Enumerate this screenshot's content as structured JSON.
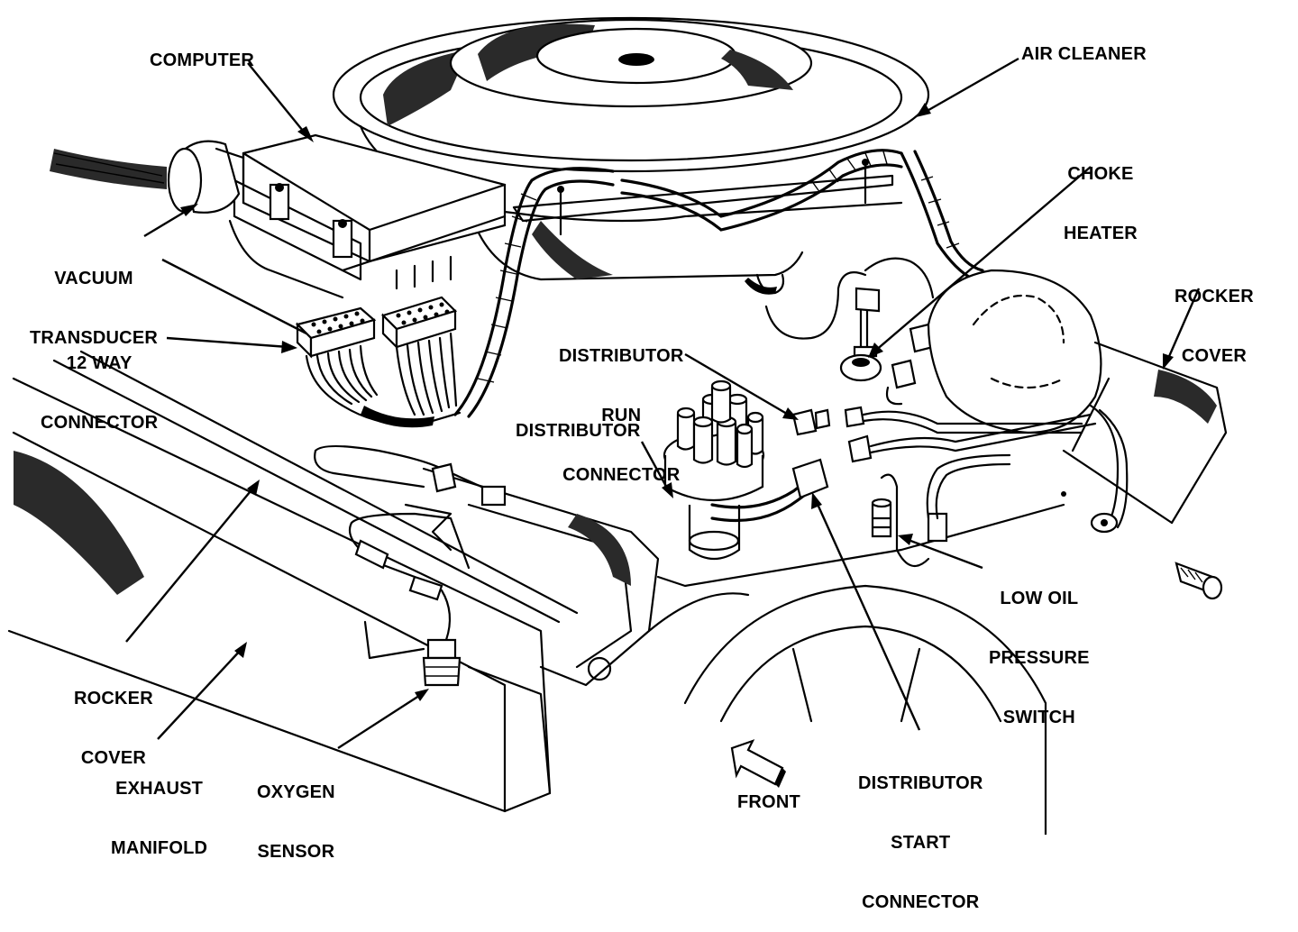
{
  "labels": {
    "computer": "COMPUTER",
    "air_cleaner": "AIR CLEANER",
    "choke_heater": [
      "CHOKE",
      "HEATER"
    ],
    "vacuum_transducer": [
      "VACUUM",
      "TRANSDUCER"
    ],
    "twelve_way_connector": [
      "12 WAY",
      "CONNECTOR"
    ],
    "rocker_cover_right": [
      "ROCKER",
      "COVER"
    ],
    "distributor_run_connector": [
      "DISTRIBUTOR",
      "RUN",
      "CONNECTOR"
    ],
    "distributor": "DISTRIBUTOR",
    "low_oil_pressure_switch": [
      "LOW OIL",
      "PRESSURE",
      "SWITCH"
    ],
    "rocker_cover_left": [
      "ROCKER",
      "COVER"
    ],
    "exhaust_manifold": [
      "EXHAUST",
      "MANIFOLD"
    ],
    "oxygen_sensor": [
      "OXYGEN",
      "SENSOR"
    ],
    "distributor_start_connector": [
      "DISTRIBUTOR",
      "START",
      "CONNECTOR"
    ],
    "front": "FRONT"
  }
}
